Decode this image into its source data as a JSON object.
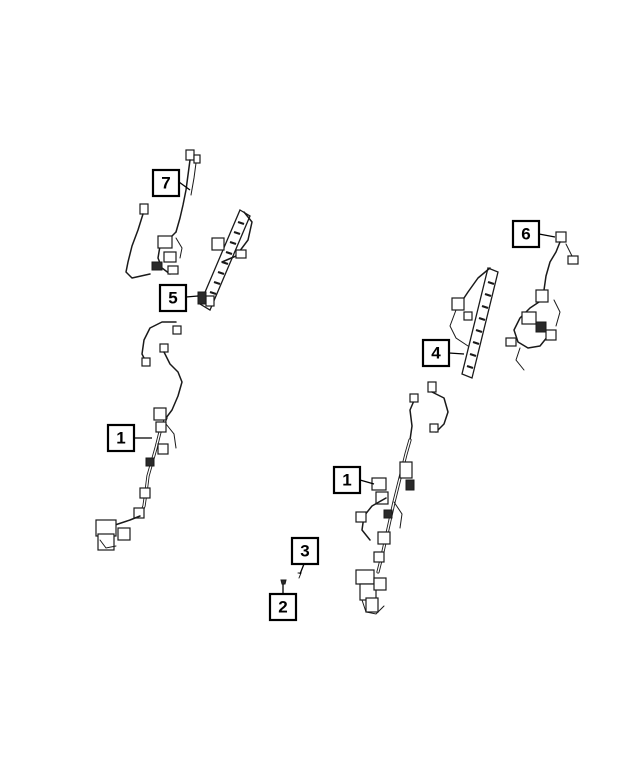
{
  "callouts": [
    {
      "id": "c7",
      "label": "7"
    },
    {
      "id": "c5",
      "label": "5"
    },
    {
      "id": "c1a",
      "label": "1"
    },
    {
      "id": "c6",
      "label": "6"
    },
    {
      "id": "c4",
      "label": "4"
    },
    {
      "id": "c1b",
      "label": "1"
    },
    {
      "id": "c3",
      "label": "3"
    },
    {
      "id": "c2",
      "label": "2"
    }
  ]
}
